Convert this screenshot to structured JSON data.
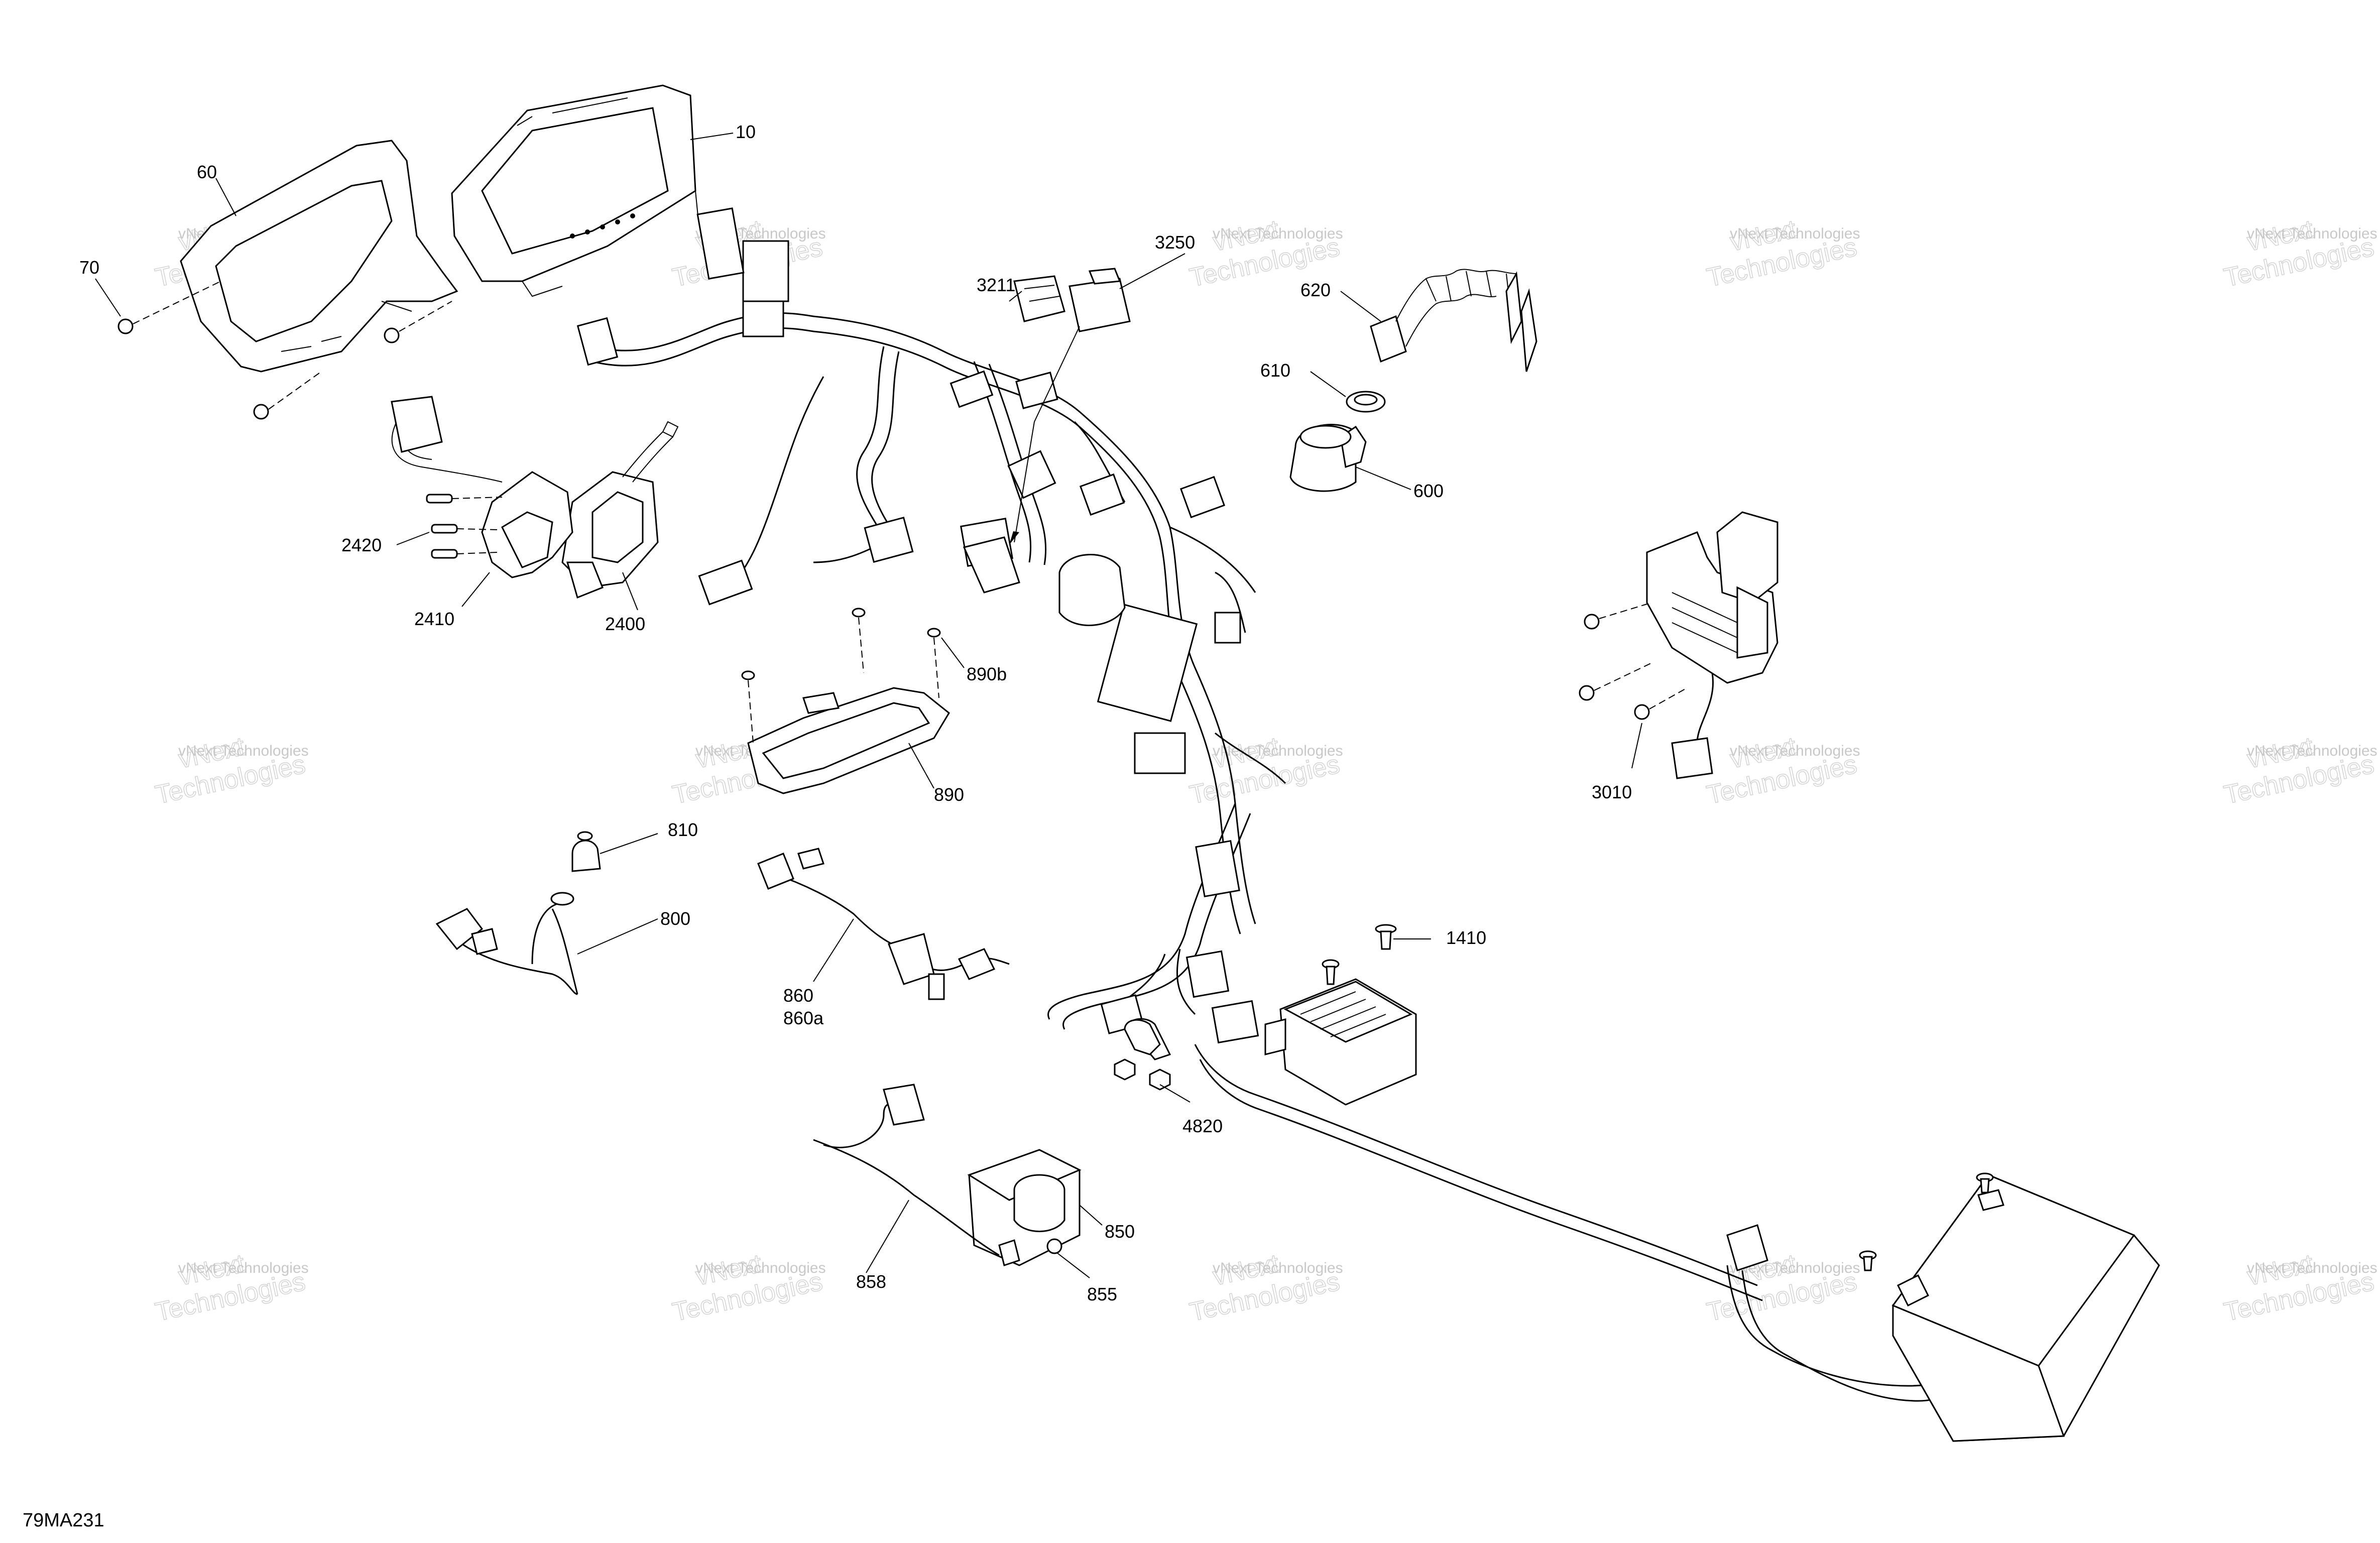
{
  "diagram_ref": "79MA231",
  "watermark": {
    "line1": "vNext",
    "line2": "Technologies",
    "small": "vNext Technologies"
  },
  "callouts": [
    "10",
    "60",
    "70",
    "3250",
    "3211",
    "620",
    "610",
    "600",
    "2420",
    "2410",
    "2400",
    "890b",
    "890",
    "3010",
    "810",
    "800",
    "860",
    "860a",
    "1410",
    "4820",
    "850",
    "858",
    "855"
  ],
  "colors": {
    "ink": "#000000",
    "watermark": "#c8c8c8",
    "background": "#ffffff"
  }
}
